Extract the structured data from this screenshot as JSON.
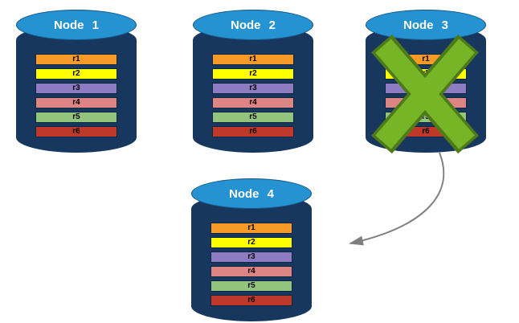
{
  "diagram": {
    "nodes": [
      {
        "label": "Node 1",
        "failed": false
      },
      {
        "label": "Node 2",
        "failed": false
      },
      {
        "label": "Node 3",
        "failed": true
      },
      {
        "label": "Node 4",
        "failed": false
      }
    ],
    "rows": [
      {
        "label": "r1",
        "color": "#F79A28"
      },
      {
        "label": "r2",
        "color": "#FFFF00"
      },
      {
        "label": "r3",
        "color": "#8E7CC3"
      },
      {
        "label": "r4",
        "color": "#DD8484"
      },
      {
        "label": "r5",
        "color": "#92C47D"
      },
      {
        "label": "r6",
        "color": "#BF392B"
      }
    ],
    "colors": {
      "cylinder_body": "#17375E",
      "cylinder_top": "#2593D2",
      "failure_x": "#76B626",
      "failure_x_outline": "#4F7A1A",
      "arrow": "#7F7F7F"
    }
  }
}
